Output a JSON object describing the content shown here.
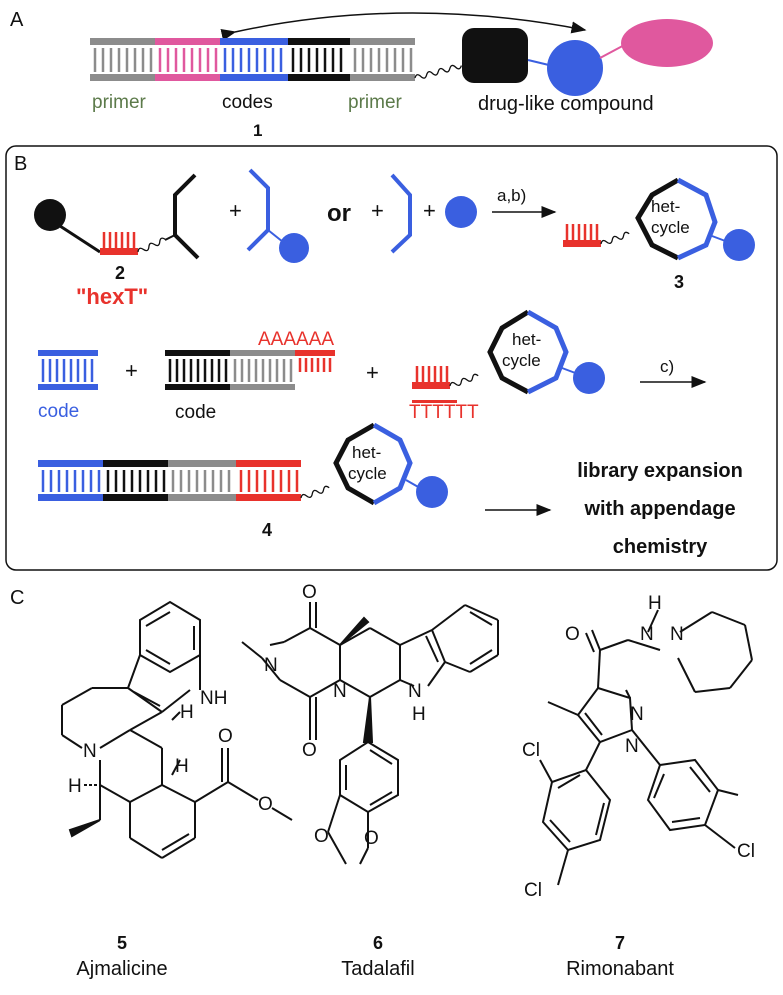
{
  "panel_a": {
    "letter": "A",
    "primer_left": "primer",
    "codes": "codes",
    "primer_right": "primer",
    "compound": "drug-like compound",
    "compound_number": "1"
  },
  "panel_b": {
    "letter": "B",
    "plus1": "+",
    "or": "or",
    "plus2": "+",
    "plus3": "+",
    "reagents_ab": "a,b)",
    "cpd2": "2",
    "hext": "\"hexT\"",
    "cpd3": "3",
    "het1": "het-",
    "cycle1": "cycle",
    "code_blue": "code",
    "code_black": "code",
    "plus4": "+",
    "plus5": "+",
    "polyA": "AAAAAA",
    "polyT": "TTTTTT",
    "het2": "het-",
    "cycle2": "cycle",
    "reagent_c": "c)",
    "cpd4": "4",
    "het3": "het-",
    "cycle3": "cycle",
    "expansion_line1": "library expansion",
    "expansion_line2": "with appendage",
    "expansion_line3": "chemistry"
  },
  "panel_c": {
    "letter": "C",
    "m5_number": "5",
    "m5_name": "Ajmalicine",
    "m6_number": "6",
    "m6_name": "Tadalafil",
    "m7_number": "7",
    "m7_name": "Rimonabant",
    "atoms": {
      "nh": "NH",
      "n": "N",
      "h": "H",
      "o": "O",
      "cl": "Cl",
      "hn_h": "H"
    }
  },
  "colors": {
    "gray": "#8c8c8c",
    "pink": "#e0589e",
    "blue": "#3a5fe0",
    "black": "#111111",
    "red": "#e8322c",
    "primer_text": "#5c7a4a",
    "code_text": "#3a5fe0"
  }
}
